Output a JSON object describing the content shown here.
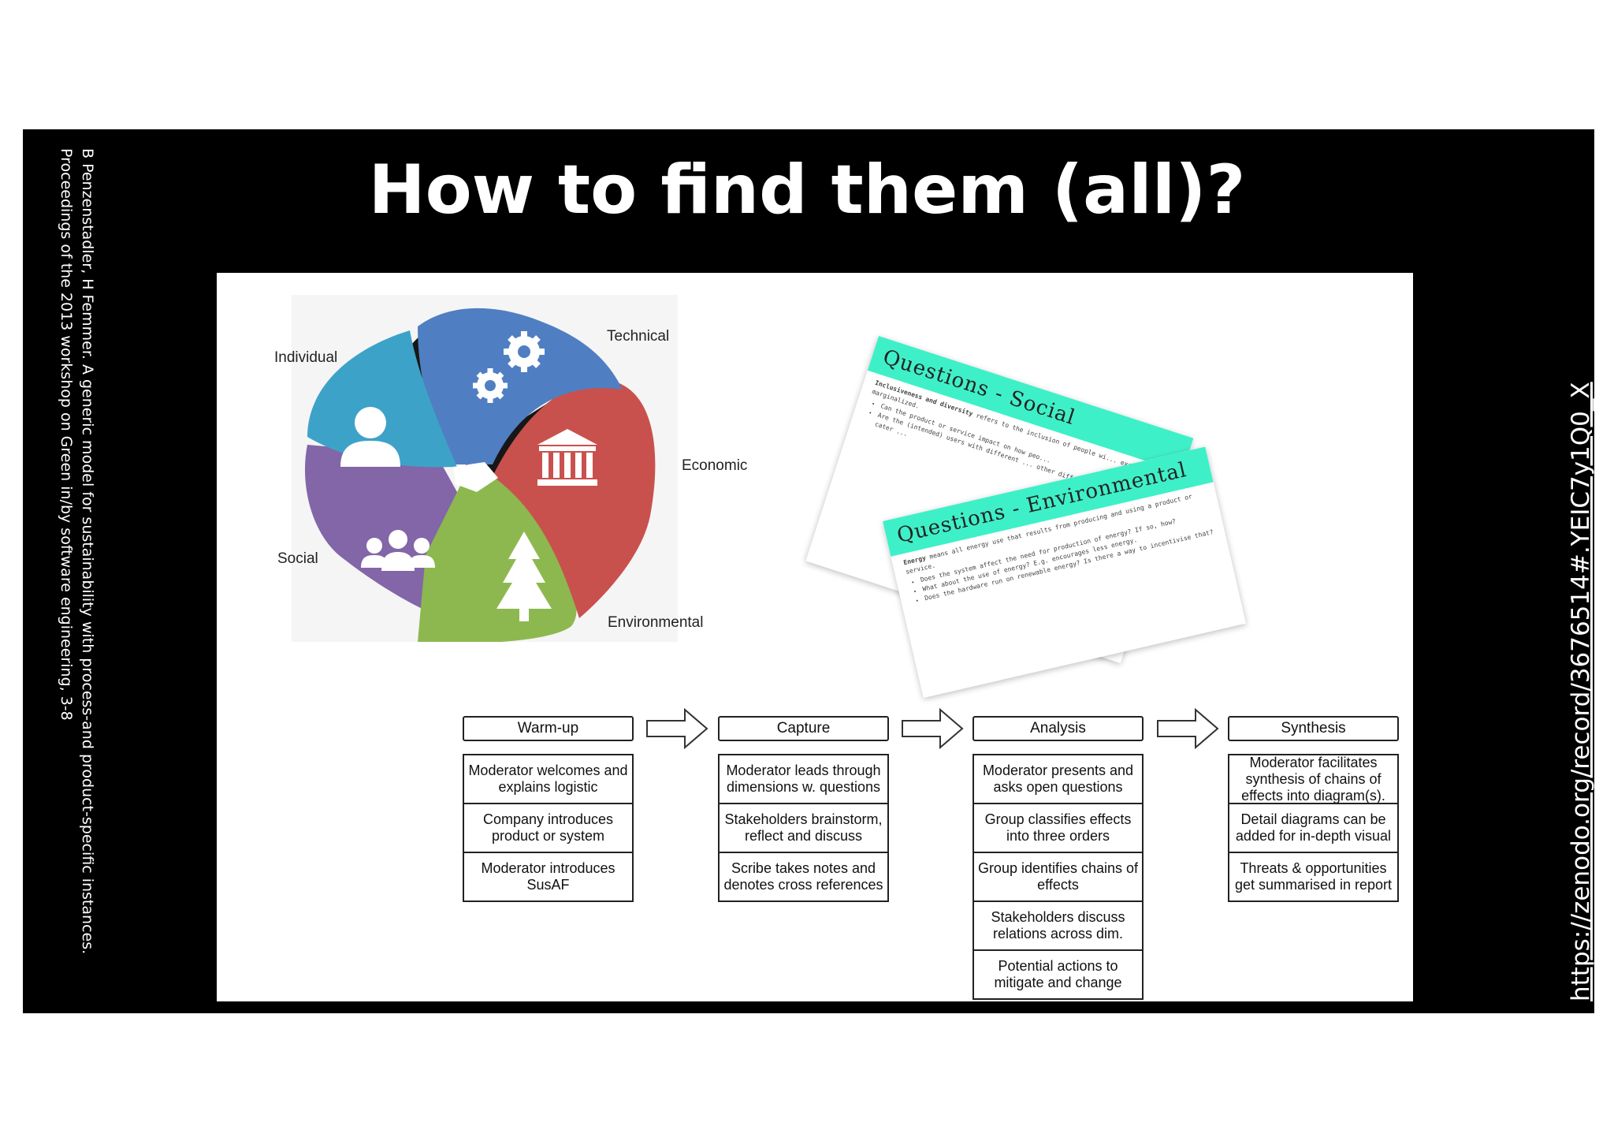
{
  "title": "How to find them (all)?",
  "citation": {
    "line1": "B Penzenstadler, H Femmer. A generic model for sustainability with process-and product-specific instances.",
    "line2": "Proceedings of the 2013 workshop on Green in/by software engineering, 3-8"
  },
  "url": "https://zenodo.org/record/3676514#.YEIC7y1Q0_X",
  "wheel": {
    "labels": {
      "individual": "Individual",
      "technical": "Technical",
      "economic": "Economic",
      "environmental": "Environmental",
      "social": "Social"
    },
    "colors": {
      "individual": "#3da2c8",
      "technical": "#4f7fc2",
      "economic": "#c9514d",
      "environmental": "#8db84f",
      "social": "#8266a8"
    }
  },
  "cards": {
    "social": {
      "heading": "Questions - Social",
      "intro_bold": "Inclusiveness and diversity",
      "intro_rest": "refers to the inclusion of people wi... excluded or marginalized.",
      "bullets": [
        "Can the product or service impact on how peo...",
        "Are the (intended) users with different ... other differences? How do you cater ..."
      ]
    },
    "environmental": {
      "heading": "Questions - Environmental",
      "intro_bold": "Energy",
      "intro_rest": "means all energy use that results from producing and using a product or service.",
      "bullets": [
        "Does the system affect the need for production of energy? If so, how?",
        "What about the use of energy? E.g. encourages less energy.",
        "Does the hardware run on renewable energy? Is there a way to incentivise that?"
      ]
    }
  },
  "process": {
    "stages": [
      "Warm-up",
      "Capture",
      "Analysis",
      "Synthesis"
    ],
    "warmup": [
      "Moderator welcomes and explains logistic",
      "Company introduces product or system",
      "Moderator introduces SusAF"
    ],
    "capture": [
      "Moderator leads through dimensions w. questions",
      "Stakeholders brainstorm, reflect and discuss",
      "Scribe takes notes and denotes cross references"
    ],
    "analysis": [
      "Moderator presents and asks open questions",
      "Group classifies effects into three orders",
      "Group identifies chains of effects",
      "Stakeholders discuss relations across dim.",
      "Potential actions to mitigate and change"
    ],
    "synthesis": [
      "Moderator facilitates synthesis of chains of effects into diagram(s).",
      "Detail diagrams can be added for in-depth visual",
      "Threats & opportunities get summarised in report"
    ]
  }
}
